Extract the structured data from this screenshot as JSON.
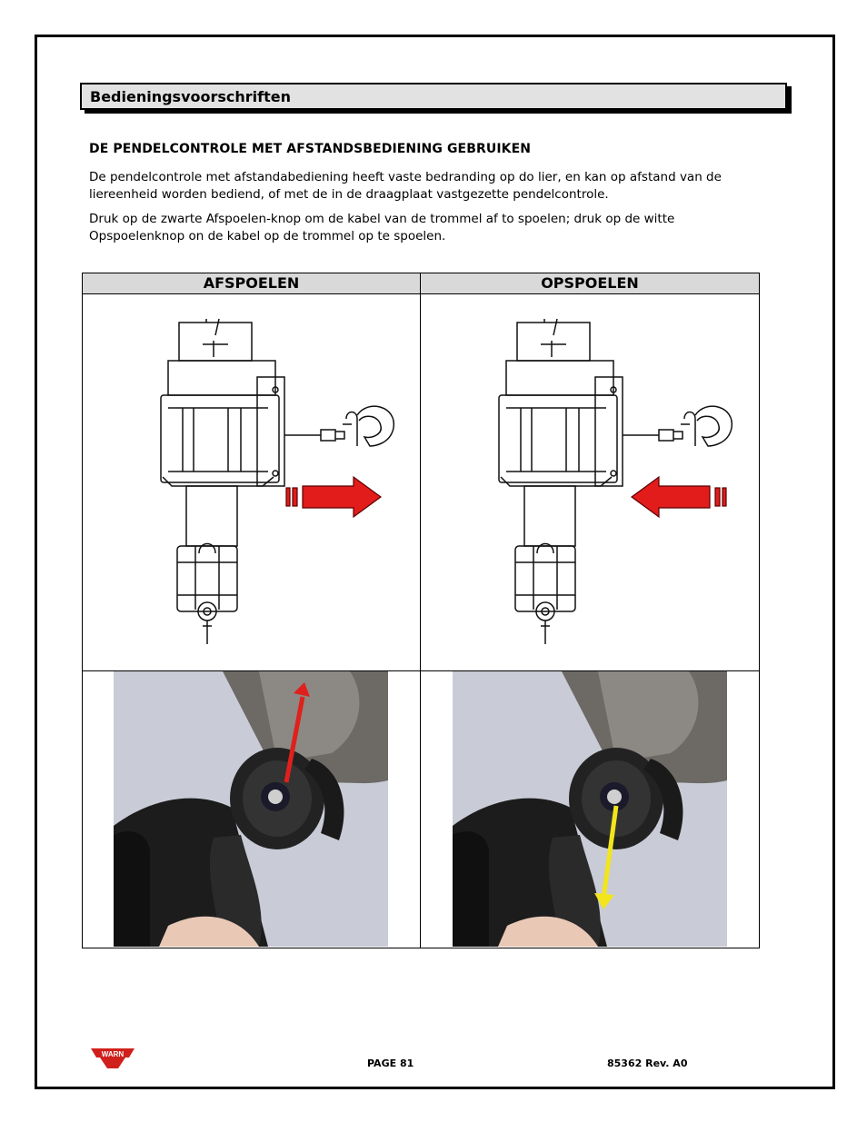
{
  "section": {
    "title": "Bedieningsvoorschriften"
  },
  "heading": "DE PENDELCONTROLE MET AFSTANDSBEDIENING GEBRUIKEN",
  "paragraphs": [
    {
      "line1": "De pendelcontrole met afstandabediening heeft vaste bedranding op do lier, en kan op afstand van de",
      "line2": "liereenheid worden bediend, of met de in de draagplaat vastgezette pendelcontrole."
    },
    {
      "line1": "Druk op de zwarte Afspoelen-knop om de kabel van de trommel af to spoelen; druk op de witte",
      "line2": "Opspoelenknop on de kabel op de trommel op te spoelen."
    }
  ],
  "table": {
    "headers": [
      "AFSPOELEN",
      "OPSPOELEN"
    ],
    "arrow_colors": {
      "direction": "#e21b1b",
      "photo_up": "#e0201c",
      "photo_down": "#f2e51c"
    }
  },
  "footer": {
    "logo": "WARN",
    "page": "PAGE 81",
    "rev": "85362 Rev. A0"
  }
}
